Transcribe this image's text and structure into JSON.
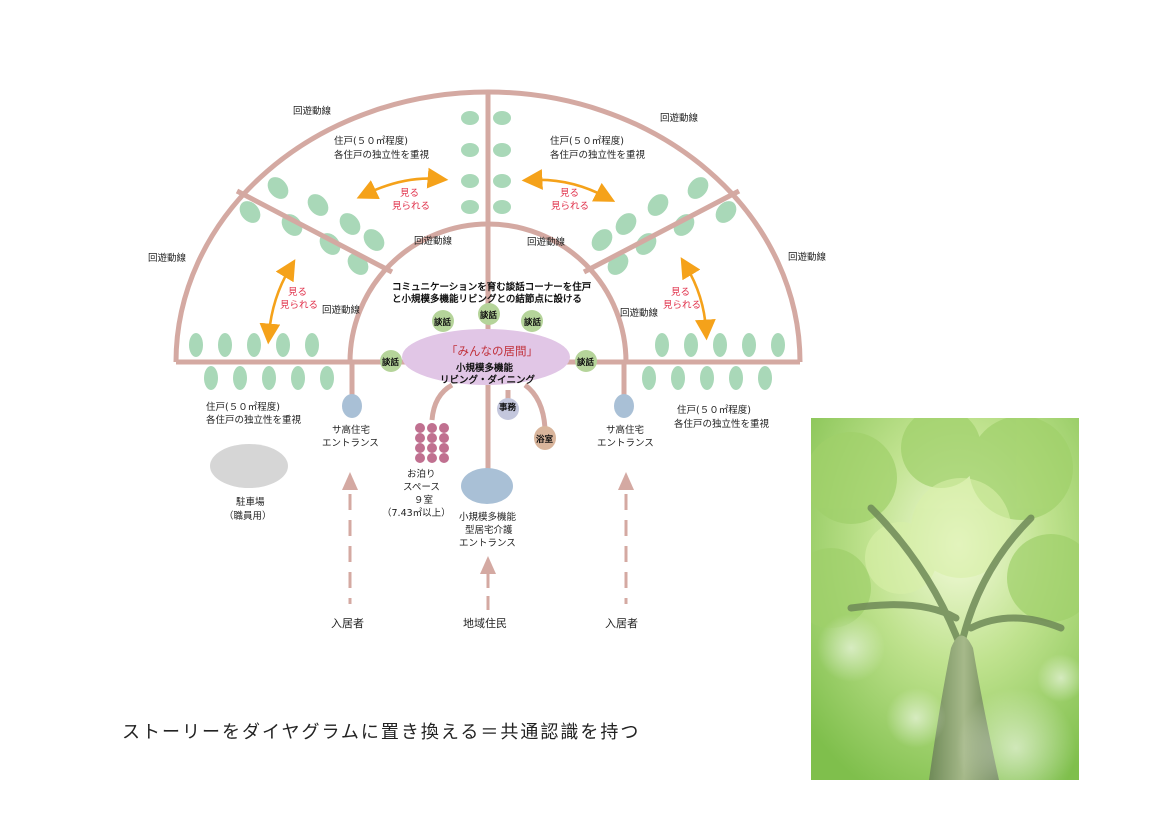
{
  "labels": {
    "loop_top_left": "回遊動線",
    "loop_top_right": "回遊動線",
    "loop_left": "回遊動線",
    "loop_right": "回遊動線",
    "loop_inner_top_left": "回遊動線",
    "loop_inner_top_right": "回遊動線",
    "loop_inner_left": "回遊動線",
    "loop_inner_right": "回遊動線",
    "dwelling_line1": "住戸(５０㎡程度)",
    "dwelling_line2": "各住戸の独立性を重視",
    "dwelling_br_line1": "住戸(５０㎡程度)",
    "see_line1": "見る",
    "see_line2": "見られる",
    "comm_line1": "コミュニケーションを育む談話コーナーを住戸",
    "comm_line2": "と小規模多機能リビングとの結節点に設ける",
    "talk": "談話",
    "minna": "「みんなの居間」",
    "living_line1": "小規模多機能",
    "living_line2": "リビング・ダイニング",
    "office": "事務",
    "bath": "浴室",
    "sakou_line1": "サ高住宅",
    "sakou_line2": "エントランス",
    "stay_line1": "お泊り",
    "stay_line2": "スペース",
    "stay_line3": "９室",
    "stay_line4": "（7.43㎡以上）",
    "parking_line1": "駐車場",
    "parking_line2": "（職員用）",
    "multi_line1": "小規模多機能",
    "multi_line2": "型居宅介護",
    "multi_line3": "エントランス",
    "resident": "入居者",
    "community": "地域住民"
  },
  "caption": "ストーリーをダイヤグラムに置き換える＝共通認識を持つ",
  "colors": {
    "structure": "#d4a9a2",
    "leaf": "#a9d8b8",
    "arrow_orange": "#f5a21a",
    "talk_fill": "#b5d49a",
    "minna_fill": "#e1c6e6",
    "minna_text": "#c0303a",
    "entrance_fill": "#a9c0d6",
    "parking_fill": "#d6d6d6",
    "stay_fill": "#c07090",
    "bath_fill": "#d9b59c",
    "office_fill": "#c4c7dd"
  },
  "photo": {
    "icon": "tree-photo"
  }
}
